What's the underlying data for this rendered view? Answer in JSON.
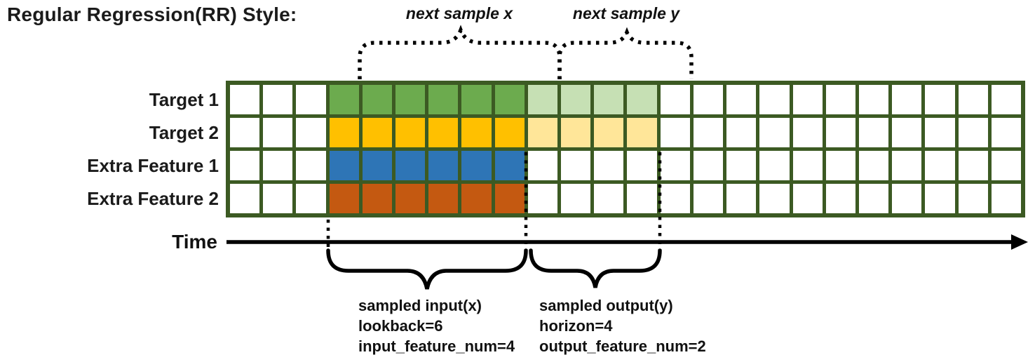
{
  "title": "Regular Regression(RR) Style:",
  "top_annotations": {
    "next_sample_x": "next sample x",
    "next_sample_y": "next sample y"
  },
  "colors": {
    "grid_border": "#3C5A23",
    "white": "#ffffff",
    "green": "#6CAB4E",
    "light_green": "#C6E0B4",
    "yellow": "#FFC000",
    "light_yellow": "#FFE699",
    "blue": "#2E75B6",
    "orange": "#C45911",
    "line_black": "#000000"
  },
  "grid": {
    "columns": 24,
    "lookback_columns": 6,
    "horizon_columns": 4,
    "rows": [
      {
        "label": "Target 1",
        "segments": [
          {
            "count": 3,
            "color": "white"
          },
          {
            "count": 6,
            "color": "green"
          },
          {
            "count": 4,
            "color": "light_green"
          },
          {
            "count": 11,
            "color": "white"
          }
        ]
      },
      {
        "label": "Target 2",
        "segments": [
          {
            "count": 3,
            "color": "white"
          },
          {
            "count": 6,
            "color": "yellow"
          },
          {
            "count": 4,
            "color": "light_yellow"
          },
          {
            "count": 11,
            "color": "white"
          }
        ]
      },
      {
        "label": "Extra Feature 1",
        "segments": [
          {
            "count": 3,
            "color": "white"
          },
          {
            "count": 6,
            "color": "blue"
          },
          {
            "count": 15,
            "color": "white"
          }
        ]
      },
      {
        "label": "Extra Feature 2",
        "segments": [
          {
            "count": 3,
            "color": "white"
          },
          {
            "count": 6,
            "color": "orange"
          },
          {
            "count": 15,
            "color": "white"
          }
        ]
      }
    ]
  },
  "time_axis": {
    "label": "Time"
  },
  "input_annotation": {
    "lines": [
      "sampled input(x)",
      "lookback=6",
      "input_feature_num=4"
    ]
  },
  "output_annotation": {
    "lines": [
      "sampled output(y)",
      "horizon=4",
      "output_feature_num=2"
    ]
  }
}
